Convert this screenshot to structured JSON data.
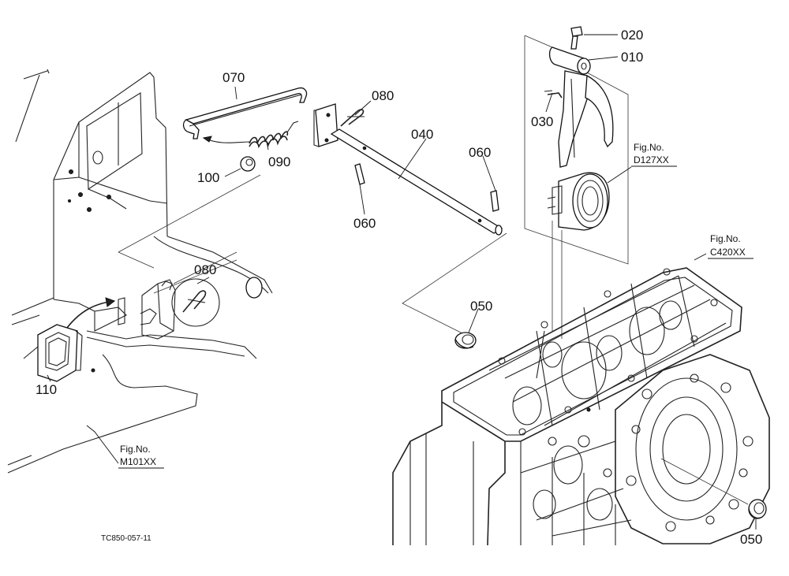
{
  "parts": {
    "p010": "010",
    "p020": "020",
    "p030": "030",
    "p040": "040",
    "p050a": "050",
    "p050b": "050",
    "p060a": "060",
    "p060b": "060",
    "p070": "070",
    "p080a": "080",
    "p080b": "080",
    "p090": "090",
    "p100": "100",
    "p110": "110"
  },
  "figure_refs": {
    "d127": {
      "label": "Fig.No.",
      "number": "D127XX"
    },
    "c420": {
      "label": "Fig.No.",
      "number": "C420XX"
    },
    "m101": {
      "label": "Fig.No.",
      "number": "M101XX"
    }
  },
  "drawing_code": "TC850-057-11"
}
